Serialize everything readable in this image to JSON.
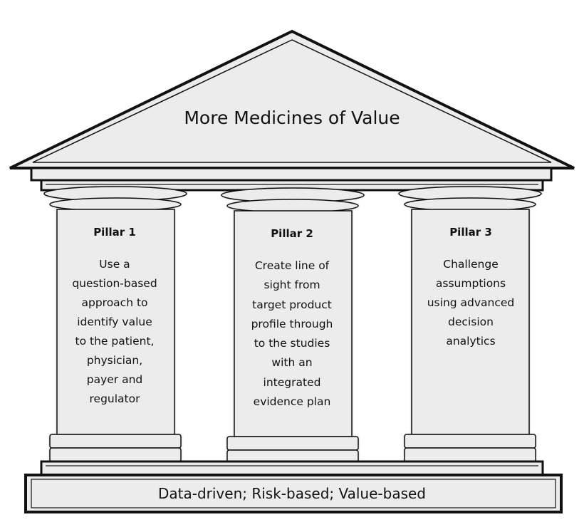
{
  "roof": {
    "title": "More Medicines of Value"
  },
  "pillars": [
    {
      "title": "Pillar 1",
      "description": "Use a question-based approach to identify value to the patient, physician, payer and regulator",
      "lines": [
        "Use a",
        "question-based",
        "approach to",
        "identify value",
        "to the patient,",
        "physician,",
        "payer and",
        "regulator"
      ]
    },
    {
      "title": "Pillar 2",
      "description": "Create line of sight from target product profile through to the studies with an integrated evidence plan",
      "lines": [
        "Create line of",
        "sight from",
        "target product",
        "profile through",
        "to the studies",
        "with an",
        "integrated",
        "evidence plan"
      ]
    },
    {
      "title": "Pillar 3",
      "description": "Challenge assumptions using advanced decision analytics",
      "lines": [
        "Challenge",
        "assumptions",
        "using advanced",
        "decision",
        "analytics"
      ]
    }
  ],
  "foundation": {
    "label": "Data-driven; Risk-based; Value-based"
  },
  "colors": {
    "fill": "#ececec",
    "stroke": "#111111",
    "background": "#ffffff"
  }
}
